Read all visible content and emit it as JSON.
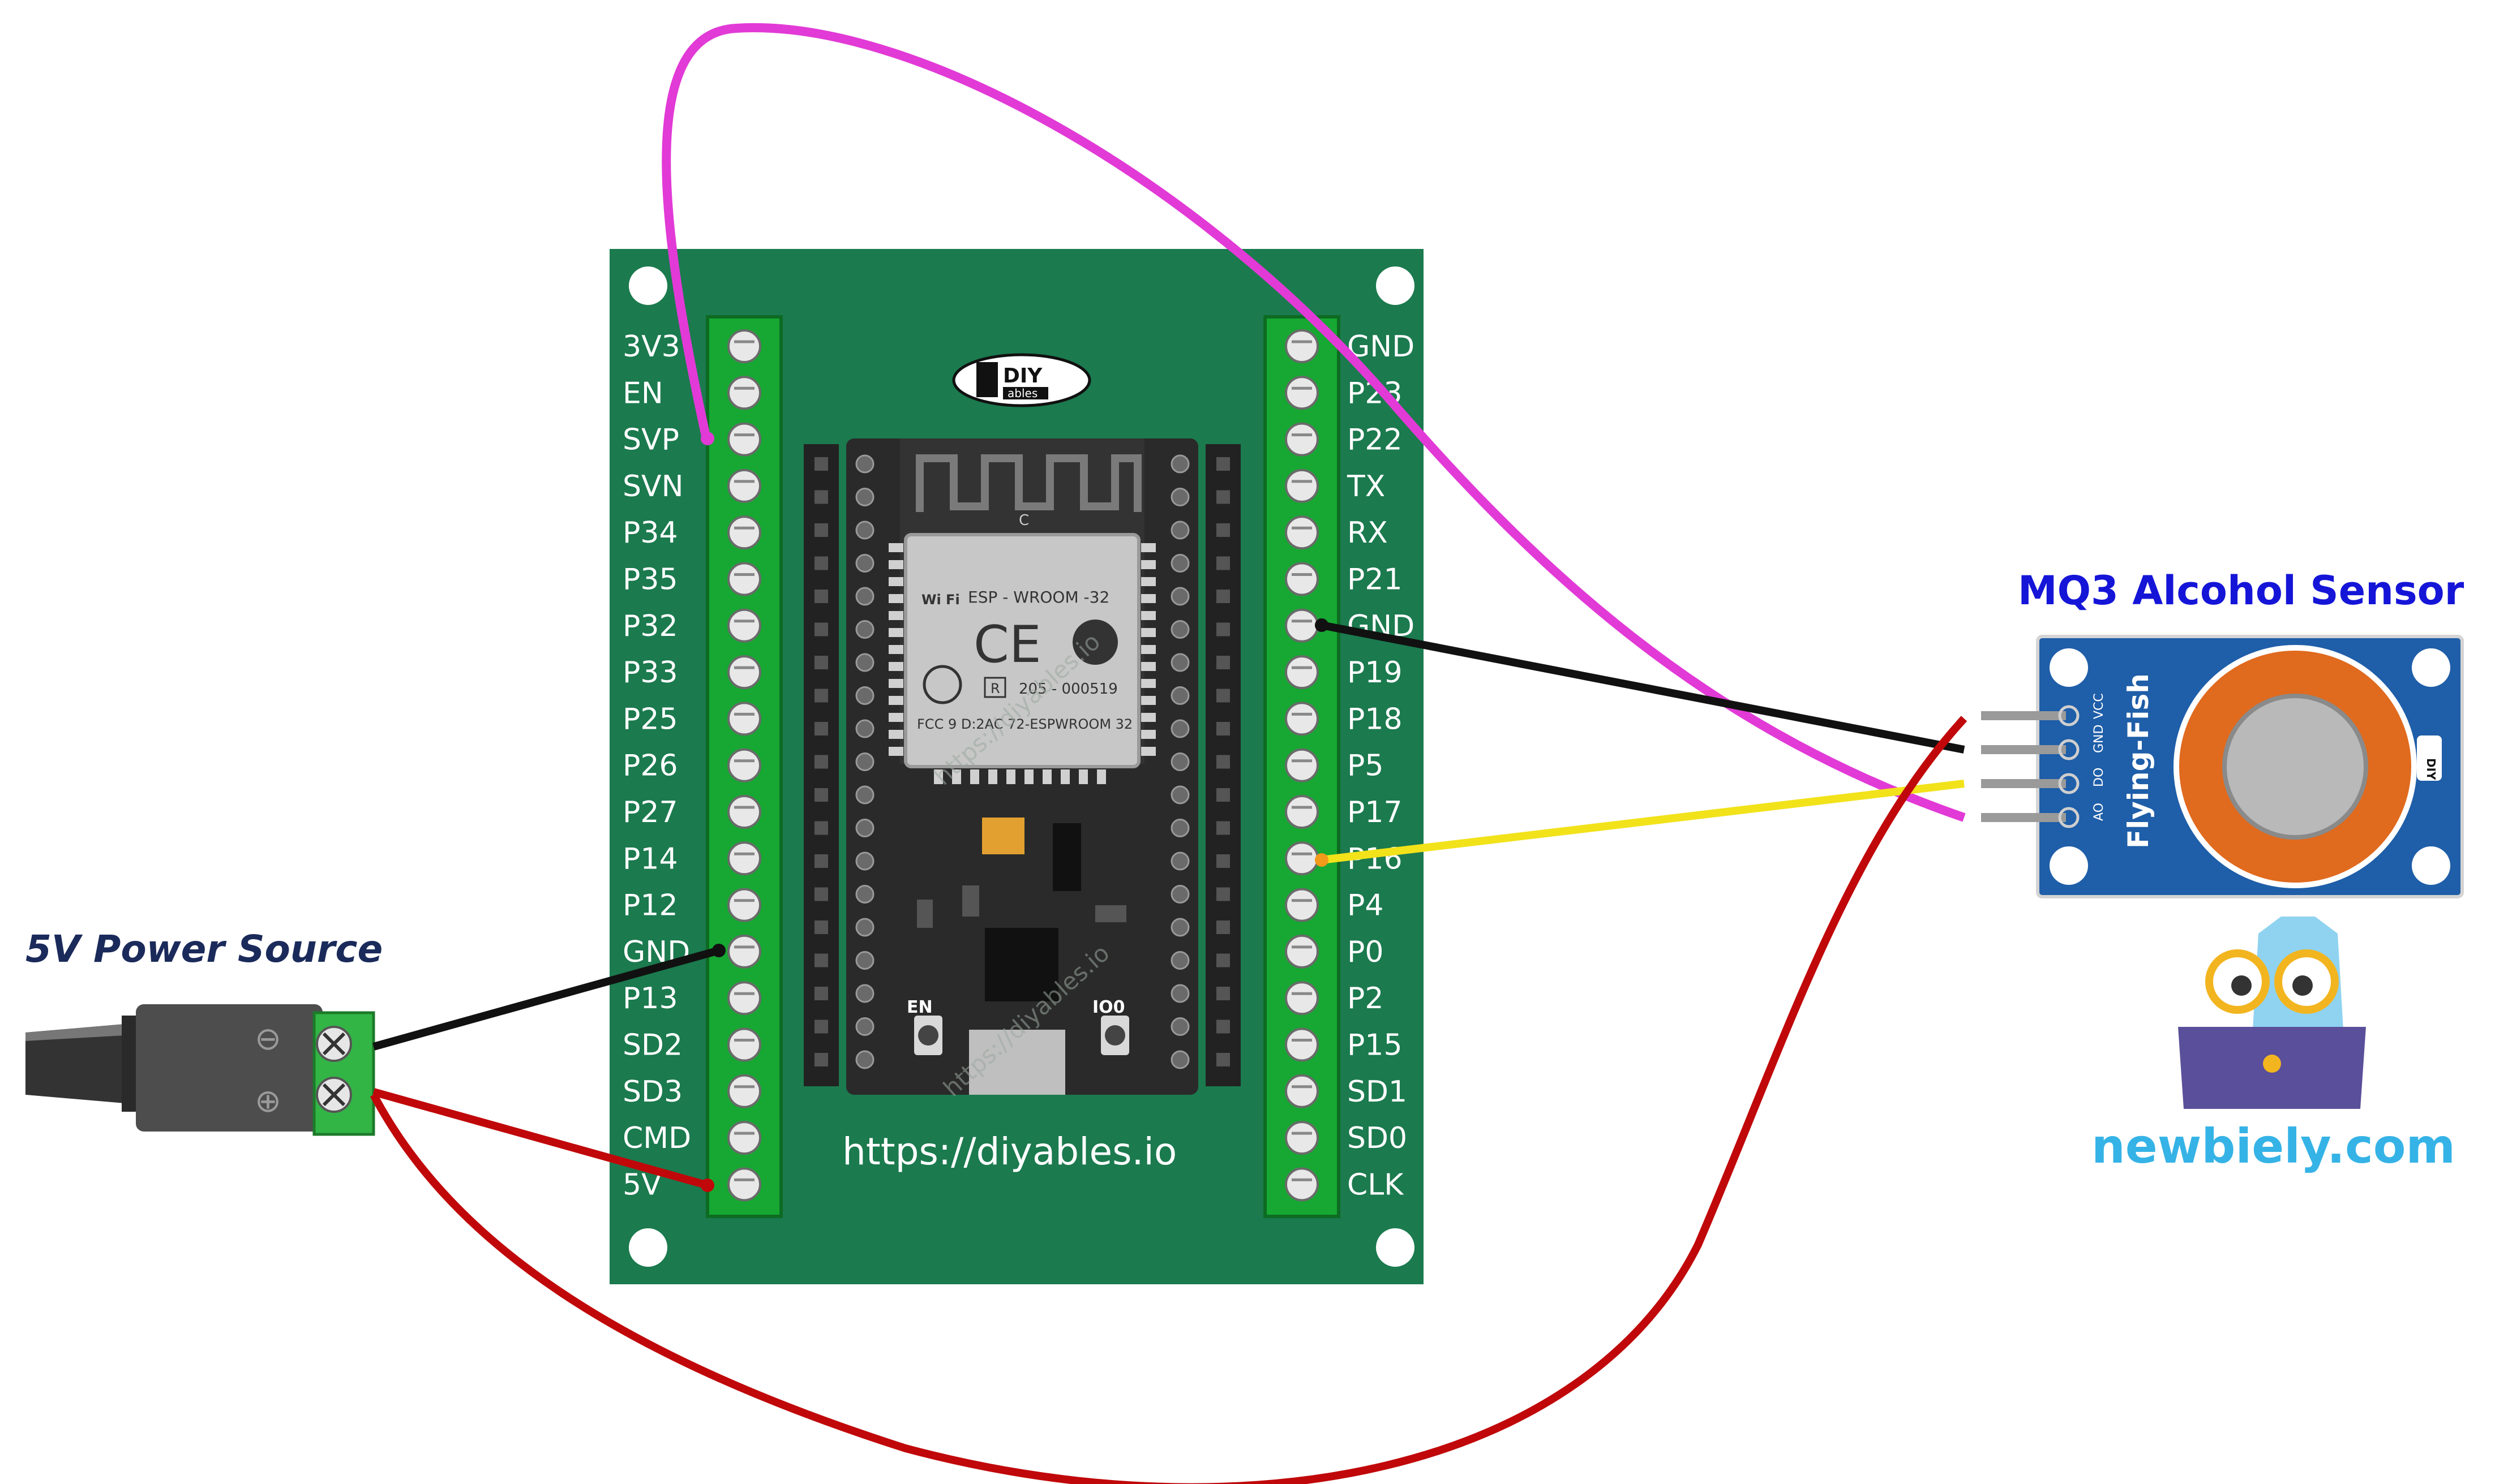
{
  "board": {
    "left_pins": [
      "3V3",
      "EN",
      "SVP",
      "SVN",
      "P34",
      "P35",
      "P32",
      "P33",
      "P25",
      "P26",
      "P27",
      "P14",
      "P12",
      "GND",
      "P13",
      "SD2",
      "SD3",
      "CMD",
      "5V"
    ],
    "right_pins": [
      "GND",
      "P23",
      "P22",
      "TX",
      "RX",
      "P21",
      "GND",
      "P19",
      "P18",
      "P5",
      "P17",
      "P16",
      "P4",
      "P0",
      "P2",
      "P15",
      "SD1",
      "SD0",
      "CLK"
    ],
    "url": "https://diyables.io",
    "logo_text": "DIY",
    "logo_subtext": "ables",
    "module_label": "ESP - WROOM -32",
    "module_code": "205 - 000519",
    "module_fcc": "FCC 9 D:2AC 72-ESPWROOM 32",
    "module_r": "R",
    "module_c": "C",
    "button_en": "EN",
    "button_io0": "IO0",
    "watermark": "https://diyables.io"
  },
  "power": {
    "title": "5V Power Source",
    "minus_symbol": "⊖",
    "plus_symbol": "⊕"
  },
  "sensor": {
    "title": "MQ3 Alcohol Sensor",
    "brand": "Flying-Fish",
    "pins": [
      "VCC",
      "GND",
      "DO",
      "AO"
    ],
    "logo_text": "DIY"
  },
  "branding": {
    "site": "newbiely.com"
  },
  "colors": {
    "board_green": "#1b7a4e",
    "terminal_green": "#16a832",
    "wire_pink": "#e23ad6",
    "wire_black": "#111111",
    "wire_red": "#c0080a",
    "wire_yellow": "#f2e21a",
    "sensor_blue": "#1f5ea8",
    "sensor_orange": "#e06a1e",
    "title_blue": "#1515d8",
    "power_title": "#1a2a5a",
    "newbiely": "#35b3e6"
  }
}
